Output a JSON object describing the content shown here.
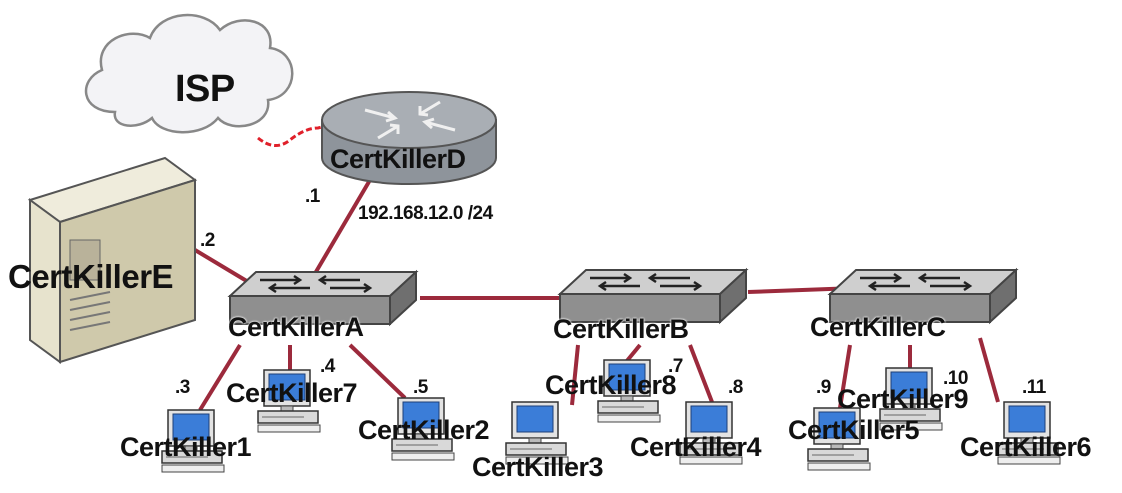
{
  "cloud": {
    "label": "ISP"
  },
  "router": {
    "label": "CertKillerD"
  },
  "server": {
    "label": "CertKillerE"
  },
  "subnet": "192.168.12.0 /24",
  "ip_labels": {
    "router": ".1",
    "server": ".2",
    "pc1": ".3",
    "pc7": ".4",
    "pc2": ".5",
    "pc8": ".7",
    "pc4": ".8",
    "pc5": ".9",
    "pc9": ".10",
    "pc6": ".11"
  },
  "switches": {
    "a": "CertKillerA",
    "b": "CertKillerB",
    "c": "CertKillerC"
  },
  "hosts": {
    "pc1": "CertKiller1",
    "pc2": "CertKiller2",
    "pc3": "CertKiller3",
    "pc4": "CertKiller4",
    "pc5": "CertKiller5",
    "pc6": "CertKiller6",
    "pc7": "CertKiller7",
    "pc8": "CertKiller8",
    "pc9": "CertKiller9"
  },
  "colors": {
    "link": "#9c2a3c",
    "wan_link": "#e0202a",
    "switch_top": "#c9c9c9",
    "switch_side": "#8e8e8e",
    "router": "#a9aeb4",
    "server": "#ded9c2",
    "monitor": "#3b7dd8"
  }
}
